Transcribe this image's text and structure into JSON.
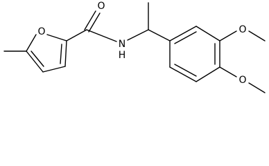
{
  "molecule": {
    "atom_labels": {
      "furan_o": "O",
      "carbonyl_o": "O",
      "amide_n": "N",
      "n_h": "H",
      "methoxy_o_top": "O",
      "methoxy_o_bottom": "O"
    }
  }
}
